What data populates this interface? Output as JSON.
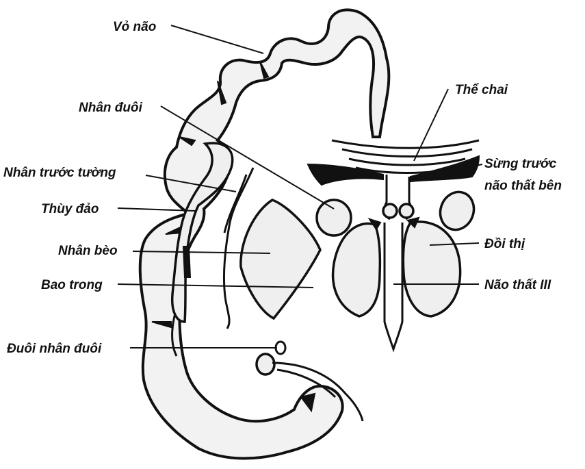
{
  "figure": {
    "labels": {
      "cortex": "Vỏ não",
      "caudate": "Nhân đuôi",
      "claustrum": "Nhân trước tường",
      "insula": "Thùy đảo",
      "lentiform": "Nhân bèo",
      "internal_capsule": "Bao trong",
      "caudate_tail": "Đuôi nhân đuôi",
      "corpus_callosum": "Thể chai",
      "anterior_horn_line1": "Sừng trước",
      "anterior_horn_line2": "não thất bên",
      "thalamus": "Đồi thị",
      "third_ventricle": "Não thất III"
    }
  }
}
